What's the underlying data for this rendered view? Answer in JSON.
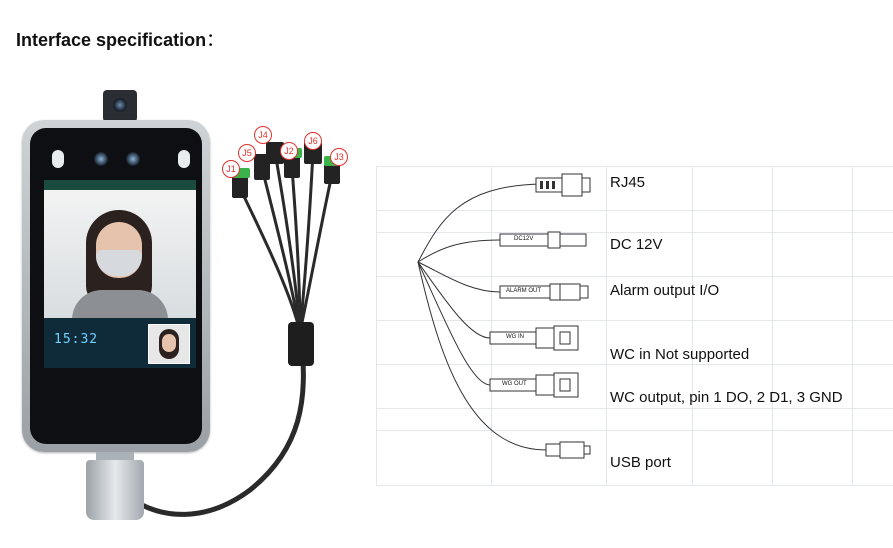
{
  "header": {
    "title": "Interface specification",
    "colon": "："
  },
  "device": {
    "screen_clock": "15:32",
    "connector_labels": [
      "J1",
      "J5",
      "J4",
      "J2",
      "J6",
      "J3"
    ]
  },
  "ports": [
    {
      "label": "RJ45",
      "tag": ""
    },
    {
      "label": "DC 12V",
      "tag": "DC12V"
    },
    {
      "label": "Alarm output I/O",
      "tag": "ALARM OUT"
    },
    {
      "label": "WC in Not supported",
      "tag": "WG IN"
    },
    {
      "label": "WC output, pin 1 DO, 2 D1, 3 GND",
      "tag": "WG OUT"
    },
    {
      "label": "USB port",
      "tag": ""
    }
  ],
  "colors": {
    "accent_red": "#e0322d",
    "cable": "#2a2a2a"
  }
}
